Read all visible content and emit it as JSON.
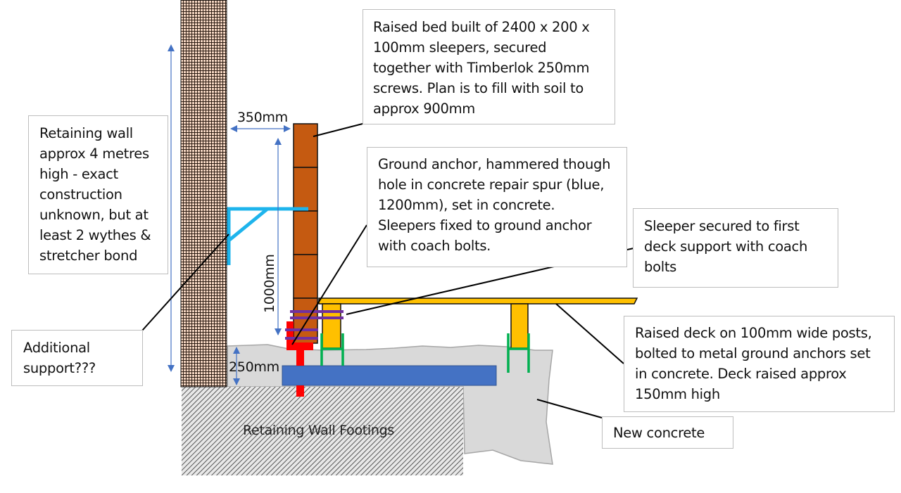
{
  "colors": {
    "wall_brick": "#f4d6c2",
    "wall_mortar": "#2b1b12",
    "sleeper": "#c55a11",
    "bracket": "#1eb4ec",
    "deck": "#ffc000",
    "anchor_green": "#00b050",
    "anchor_red": "#ff0000",
    "bolt_purple": "#7030a0",
    "spur_blue": "#4472c4",
    "concrete": "#d9d9d9",
    "dimension_arrow": "#4472c4",
    "leader": "#000000"
  },
  "dimensions": {
    "gap_width": "350mm",
    "bed_height": "1000mm",
    "concrete_depth": "250mm"
  },
  "labels": {
    "footings": "Retaining Wall Footings"
  },
  "notes": {
    "raised_bed": [
      "Raised bed built of 2400 x 200 x",
      "100mm sleepers, secured",
      "together with Timberlok 250mm",
      "screws. Plan is to fill with soil to",
      "approx 900mm"
    ],
    "retaining_wall": [
      "Retaining wall",
      "approx 4 metres",
      "high - exact",
      "construction",
      "unknown, but at",
      "least 2 wythes &",
      "stretcher bond"
    ],
    "ground_anchor": [
      "Ground anchor, hammered though",
      "hole in concrete repair spur (blue,",
      "1200mm), set in concrete.",
      "Sleepers fixed to ground anchor",
      "with coach bolts."
    ],
    "sleeper_secured": [
      "Sleeper secured to first",
      "deck support with coach",
      "bolts"
    ],
    "additional_support": [
      "Additional",
      "support???"
    ],
    "raised_deck": [
      "Raised deck on 100mm wide posts,",
      "bolted to metal ground anchors set",
      "in concrete. Deck raised approx",
      "150mm high"
    ],
    "new_concrete": [
      "New concrete"
    ]
  }
}
